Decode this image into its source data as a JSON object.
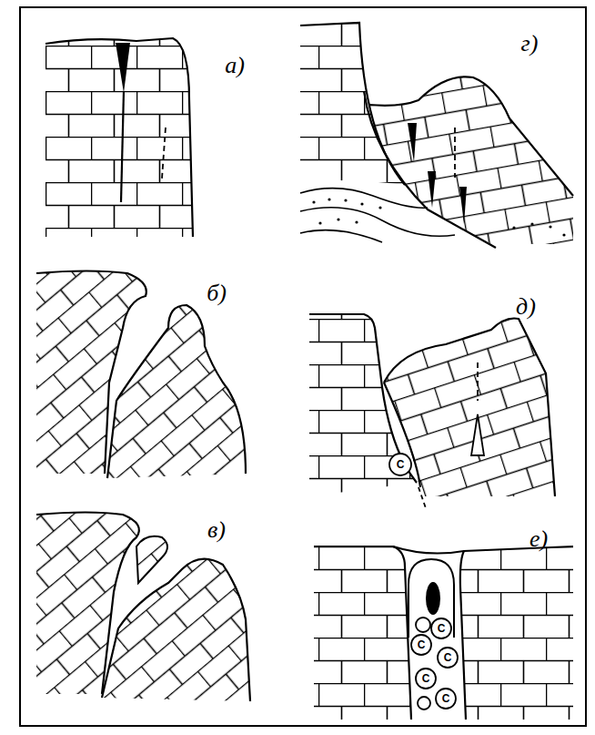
{
  "diagram": {
    "labels": [
      "а)",
      "г)",
      "б)",
      "д)",
      "в)",
      "е)",
      "С",
      "С",
      "С",
      "С",
      "С",
      "С"
    ]
  }
}
